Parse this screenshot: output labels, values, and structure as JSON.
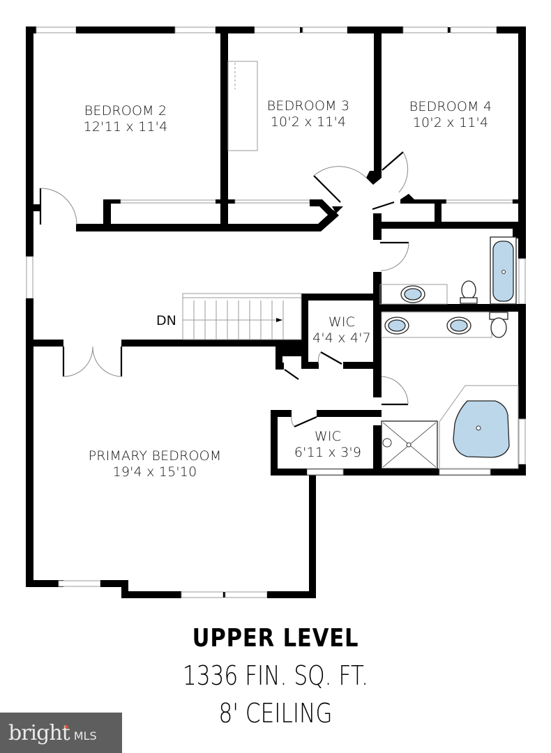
{
  "floor_plan": {
    "rooms": [
      {
        "id": "bedroom2",
        "name": "BEDROOM 2",
        "dims": "12'11 x 11'4"
      },
      {
        "id": "bedroom3",
        "name": "BEDROOM 3",
        "dims": "10'2 x 11'4"
      },
      {
        "id": "bedroom4",
        "name": "BEDROOM 4",
        "dims": "10'2 x 11'4"
      },
      {
        "id": "wic1",
        "name": "WIC",
        "dims": "4'4 x 4'7"
      },
      {
        "id": "wic2",
        "name": "WIC",
        "dims": "6'11 x 3'9"
      },
      {
        "id": "primary",
        "name": "PRIMARY BEDROOM",
        "dims": "19'4 x 15'10"
      }
    ],
    "stairs_label": "DN",
    "fixture_color": "#bdd7ea",
    "wall_color": "#000000"
  },
  "title": {
    "level": "UPPER LEVEL",
    "area": "1336 FIN. SQ. FT.",
    "ceiling": "8' CEILING"
  },
  "watermark": {
    "brand": "bright",
    "suffix": "MLS",
    "tm": "™",
    "bg_color": "#5e5e5e",
    "accent_color": "#e4572e"
  }
}
